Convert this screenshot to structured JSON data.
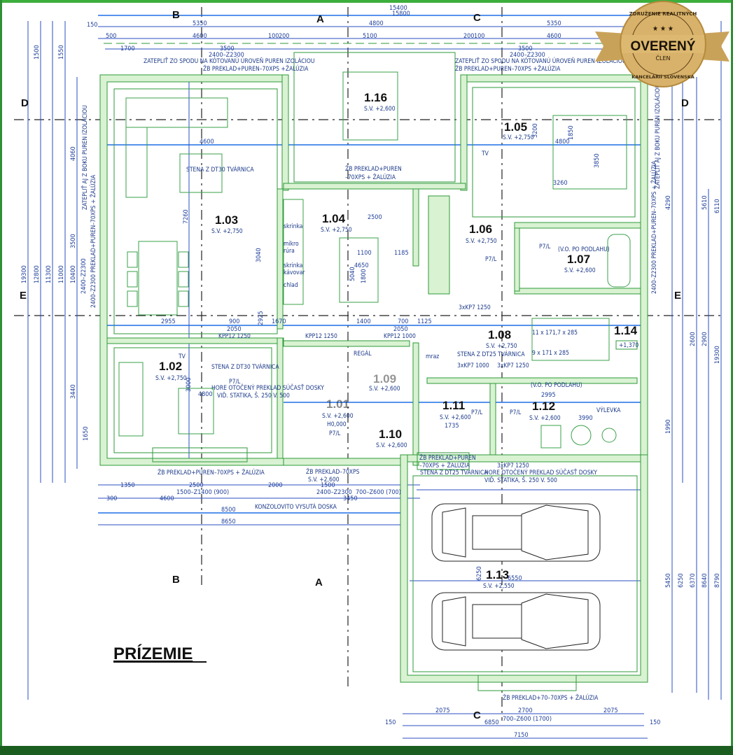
{
  "title": "PRÍZEMIE",
  "badge": {
    "top": "ZDRUŽENIE REALITNÝCH",
    "main": "OVERENÝ",
    "sub": "ČLEN",
    "bottom": "KANCELÁRIÍ SLOVENSKA",
    "stars": "★ ★ ★"
  },
  "sections": {
    "A": "A",
    "B": "B",
    "C": "C",
    "D": "D",
    "E": "E"
  },
  "rooms": [
    {
      "id": "1.16",
      "level": "S.V. +2,600"
    },
    {
      "id": "1.05",
      "level": "S.V. +2,750"
    },
    {
      "id": "1.03",
      "level": "S.V. +2,750"
    },
    {
      "id": "1.04",
      "level": "S.V. +2,750"
    },
    {
      "id": "1.06",
      "level": "S.V. +2,750"
    },
    {
      "id": "1.07",
      "level": "S.V. +2,600"
    },
    {
      "id": "1.08",
      "level": "S.V. +2,750"
    },
    {
      "id": "1.14",
      "level": "+1,370"
    },
    {
      "id": "1.02",
      "level": "S.V. +2,750"
    },
    {
      "id": "1.09",
      "level": "S.V. +2,600"
    },
    {
      "id": "1.01",
      "level": "S.V. +2,600"
    },
    {
      "id": "1.11",
      "level": "S.V. +2,600"
    },
    {
      "id": "1.12",
      "level": "S.V. +2,600"
    },
    {
      "id": "1.10",
      "level": "S.V. +2,600"
    },
    {
      "id": "1.13",
      "level": "S.V. +2,550"
    }
  ],
  "notes": {
    "insulate_bottom": "ZATEPLIŤ ZO SPODU NA KÓTOVANÚ ÚROVEŇ PUREN IZOLÁCIOU",
    "lintel_puren": "ŽB PREKLAD+PUREN–70XPS +ŽALÚZIA",
    "lintel_puren_a": "ŽB PREKLAD+PUREN",
    "lintel_puren_b": "–70XPS + ŽALÚZIA",
    "wall_dt30": "STENA Z DT30 TVÁRNICA",
    "wall_dt25": "STENA Z DT25 TVÁRNICA",
    "upturned_lintel": "HORE OTOČENÝ PREKLAD SÚČASŤ DOSKY",
    "see_statics": "VIĎ. STATIKA, Š. 250 V. 500",
    "lintel_bottom": "ŽB PREKLAD+PUREN–70XPS + ŽALÚZIA",
    "lintel_70": "ŽB PREKLAD–70XPS",
    "lintel_70_level": "S.V. +2,600",
    "cantilever": "KONZOLOVITO VYSUTÁ DOSKA",
    "garage_lintel": "ŽB PREKLAD+70–70XPS + ŽALÚZIA",
    "insulate_side": "ZATEPLIŤ AJ Z BOKU PUREN IZOLÁCIOU",
    "window_side": "2400–Z2300 PREKLAD+PUREN–70XPS + ŽALÚZIA",
    "stairs_upper": "11 x 171,7 x 285",
    "stairs_lower": "9 x 171 x 285",
    "floor_drain": "(V.O. PO PODLAHU)",
    "door_p7": "P7/L",
    "kpp_1250": "KPP12 1250",
    "kpp_1000": "KPP12 1000",
    "kp_3x1250": "3xKP7 1250",
    "kp_3x1000": "3xKP7 1000",
    "vylevka": "VÝLEVKA",
    "mraz": "mraz",
    "regal": "REGÁL",
    "skrinka": "skrinka",
    "mikro": "mikro",
    "rura": "rúra",
    "kavovar": "kávovar",
    "chlad": "chlad",
    "tv": "TV",
    "h0": "H0,000"
  },
  "dims": {
    "top": [
      "15400",
      "15800",
      "5350",
      "4800",
      "5350",
      "4600",
      "5100",
      "4600",
      "150",
      "500",
      "100",
      "200",
      "200",
      "100",
      "1700",
      "3500",
      "2400–Z2300",
      "3500",
      "2400–Z2300"
    ],
    "bottom": [
      "1350",
      "2500",
      "1500–Z1400 (900)",
      "2000",
      "1500",
      "2400–Z2300",
      "700–Z600 (700)",
      "4600",
      "300",
      "3450",
      "8500",
      "8650",
      "2075",
      "2700",
      "2075",
      "6850",
      "700–Z600 (1700)",
      "7150",
      "150",
      "150"
    ],
    "left": [
      "19300",
      "12800",
      "11300",
      "11000",
      "10400",
      "1500",
      "1550",
      "4060",
      "3500",
      "3440",
      "1650",
      "2400–Z2300"
    ],
    "right": [
      "19300",
      "6110",
      "5610",
      "4290",
      "2900",
      "2600",
      "1990",
      "8790",
      "8640",
      "6370",
      "6250",
      "5450"
    ],
    "interior": [
      "4600",
      "7260",
      "2955",
      "900",
      "2050",
      "1670",
      "1400",
      "700",
      "2050",
      "1125",
      "4650",
      "5040",
      "1100",
      "1800",
      "2500",
      "1185",
      "3260",
      "4800",
      "3850",
      "1850",
      "3200",
      "2995",
      "3990",
      "1735",
      "6550",
      "6250",
      "4800",
      "3000",
      "3040",
      "2925"
    ]
  }
}
